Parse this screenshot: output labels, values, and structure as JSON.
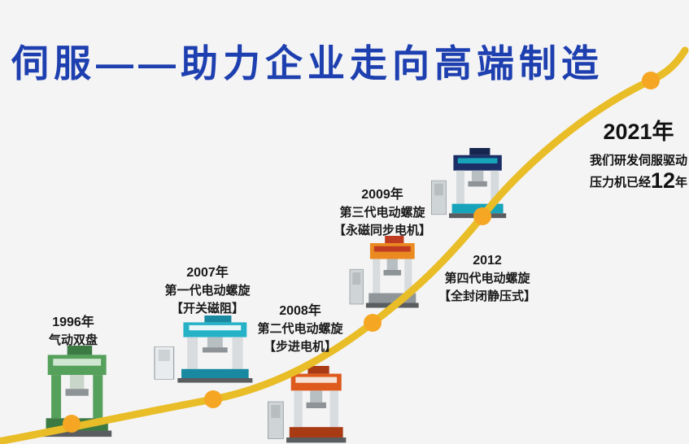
{
  "page": {
    "title": "伺服——助力企业走向高端制造"
  },
  "milestones": [
    {
      "id": "1996",
      "year": "1996年",
      "line1": "气动双盘",
      "line2": ""
    },
    {
      "id": "2007",
      "year": "2007年",
      "line1": "第一代电动螺旋",
      "line2": "【开关磁阻】"
    },
    {
      "id": "2008",
      "year": "2008年",
      "line1": "第二代电动螺旋",
      "line2": "【步进电机】"
    },
    {
      "id": "2009",
      "year": "2009年",
      "line1": "第三代电动螺旋",
      "line2": "【永磁同步电机】"
    },
    {
      "id": "2012",
      "year": "2012",
      "line1": "第四代电动螺旋",
      "line2": "【全封闭静压式】"
    }
  ],
  "endpoint": {
    "year": "2021年",
    "line1": "我们研发伺服驱动",
    "line2_prefix": "压力机已经",
    "line2_number": "12",
    "line2_suffix": "年"
  },
  "colors": {
    "title_blue": "#1d3faf",
    "curve_yellow": "#e9bd27",
    "marker_orange": "#f5a623",
    "background": "#f4f4f5"
  }
}
